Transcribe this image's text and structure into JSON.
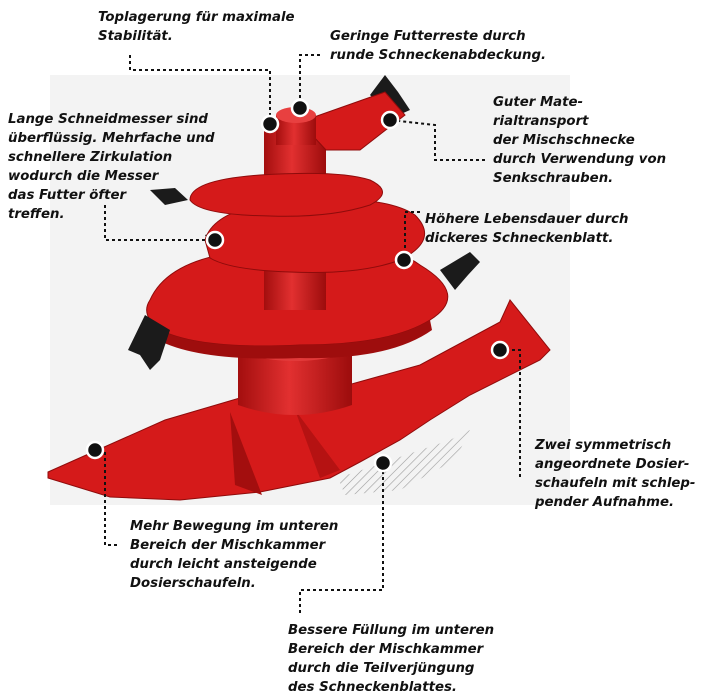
{
  "colors": {
    "auger": "#d51a1a",
    "auger_dark": "#a30e0e",
    "auger_light": "#e84040",
    "blade": "#1b1b1b",
    "marker": "#111111",
    "background_panel": "#f2f2f2"
  },
  "annotations": [
    {
      "id": "top-bearing",
      "text": "Toplagerung für maximale\nStabilität."
    },
    {
      "id": "round-cover",
      "text": "Geringe Futterreste durch\nrunde Schneckenabdeckung."
    },
    {
      "id": "transport",
      "text": "Guter Mate-\nrialtransport\nder Mischschnecke\ndurch Verwendung von\nSenkschrauben."
    },
    {
      "id": "knives",
      "text": "Lange Schneidmesser sind\nüberflüssig. Mehrfache und\nschnellere Zirkulation\nwodurch die Messer\ndas Futter öfter\ntreffen."
    },
    {
      "id": "lifetime",
      "text": "Höhere Lebensdauer durch\ndickeres Schneckenblatt."
    },
    {
      "id": "dosing",
      "text": "Zwei symmetrisch\nangeordnete Dosier-\nschaufeln mit schlep-\npender Aufnahme."
    },
    {
      "id": "movement",
      "text": "Mehr Bewegung im unteren\nBereich der Mischkammer\ndurch leicht ansteigende\nDosierschaufeln."
    },
    {
      "id": "filling",
      "text": "Bessere Füllung im unteren\nBereich der Mischkammer\ndurch die Teilverjüngung\ndes Schneckenblattes."
    }
  ]
}
